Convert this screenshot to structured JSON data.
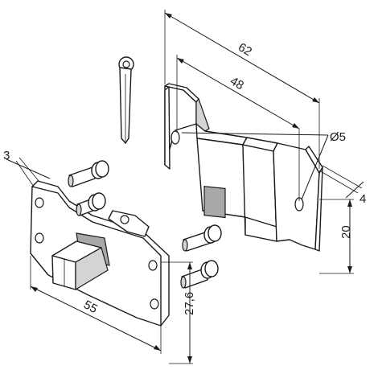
{
  "diagram": {
    "dimensions": {
      "total_width": "62",
      "hole_spacing": "48",
      "hole_diameter": "Ø5",
      "bracket_height": "20",
      "bracket_thickness": "4",
      "plate_thickness": "3",
      "base_length": "55",
      "base_offset": "27,6"
    },
    "parts": [
      "split-pin",
      "wall-bracket",
      "base-plate",
      "square-shaft",
      "screws"
    ]
  }
}
